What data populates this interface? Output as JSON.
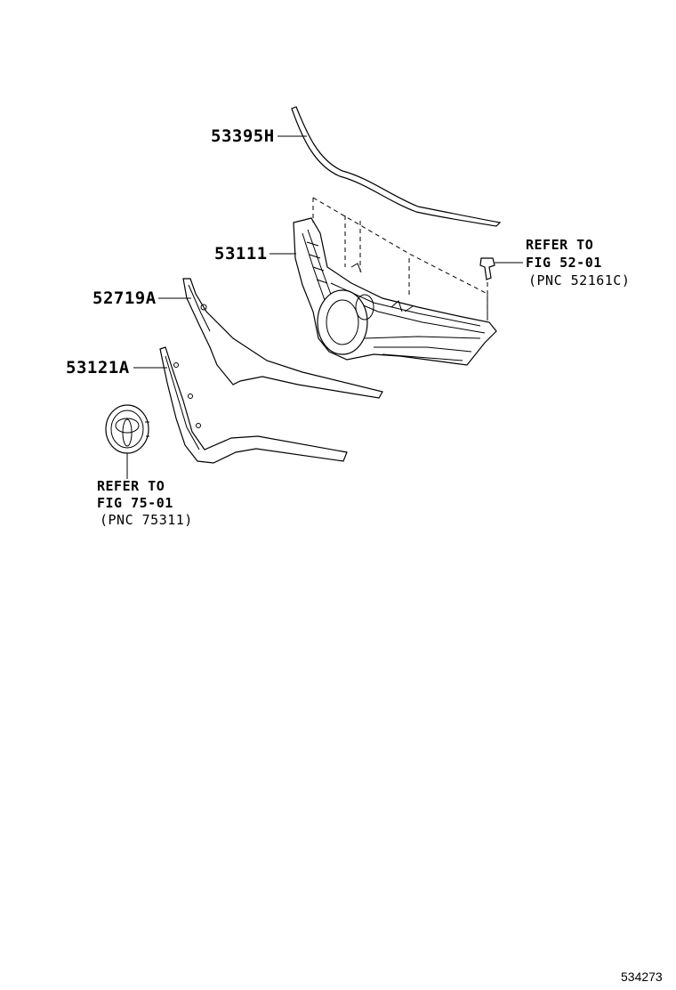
{
  "callouts": {
    "molding_upper": "53395H",
    "grille": "53111",
    "molding_mid": "52719A",
    "molding_lower": "53121A"
  },
  "refer_clip": {
    "line1": "REFER TO",
    "line2": "FIG 52-01",
    "line3": "(PNC 52161C)"
  },
  "refer_emblem": {
    "line1": "REFER TO",
    "line2": "FIG 75-01",
    "line3": "(PNC 75311)"
  },
  "figure_id": "534273"
}
